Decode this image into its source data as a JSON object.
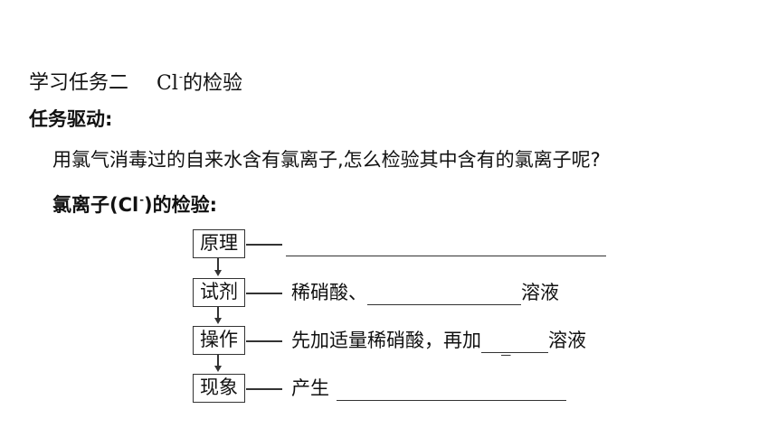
{
  "header": {
    "task_label": "学习任务二",
    "topic_prefix": "Cl",
    "topic_charge": "-",
    "topic_suffix": "的检验"
  },
  "drive": {
    "heading": "任务驱动:",
    "question": "用氯气消毒过的自来水含有氯离子,怎么检验其中含有的氯离子呢?"
  },
  "section": {
    "heading_prefix": "氯离子(Cl",
    "heading_charge": "-",
    "heading_suffix": ")的检验:"
  },
  "flow": {
    "boxes": [
      "原理",
      "试剂",
      "操作",
      "现象"
    ],
    "reagent_text": "稀硝酸、",
    "reagent_suffix": "溶液",
    "operation_text": "先加适量稀硝酸，再加",
    "operation_mark": "_",
    "operation_suffix": "溶液",
    "phenomenon_text": "产生"
  }
}
